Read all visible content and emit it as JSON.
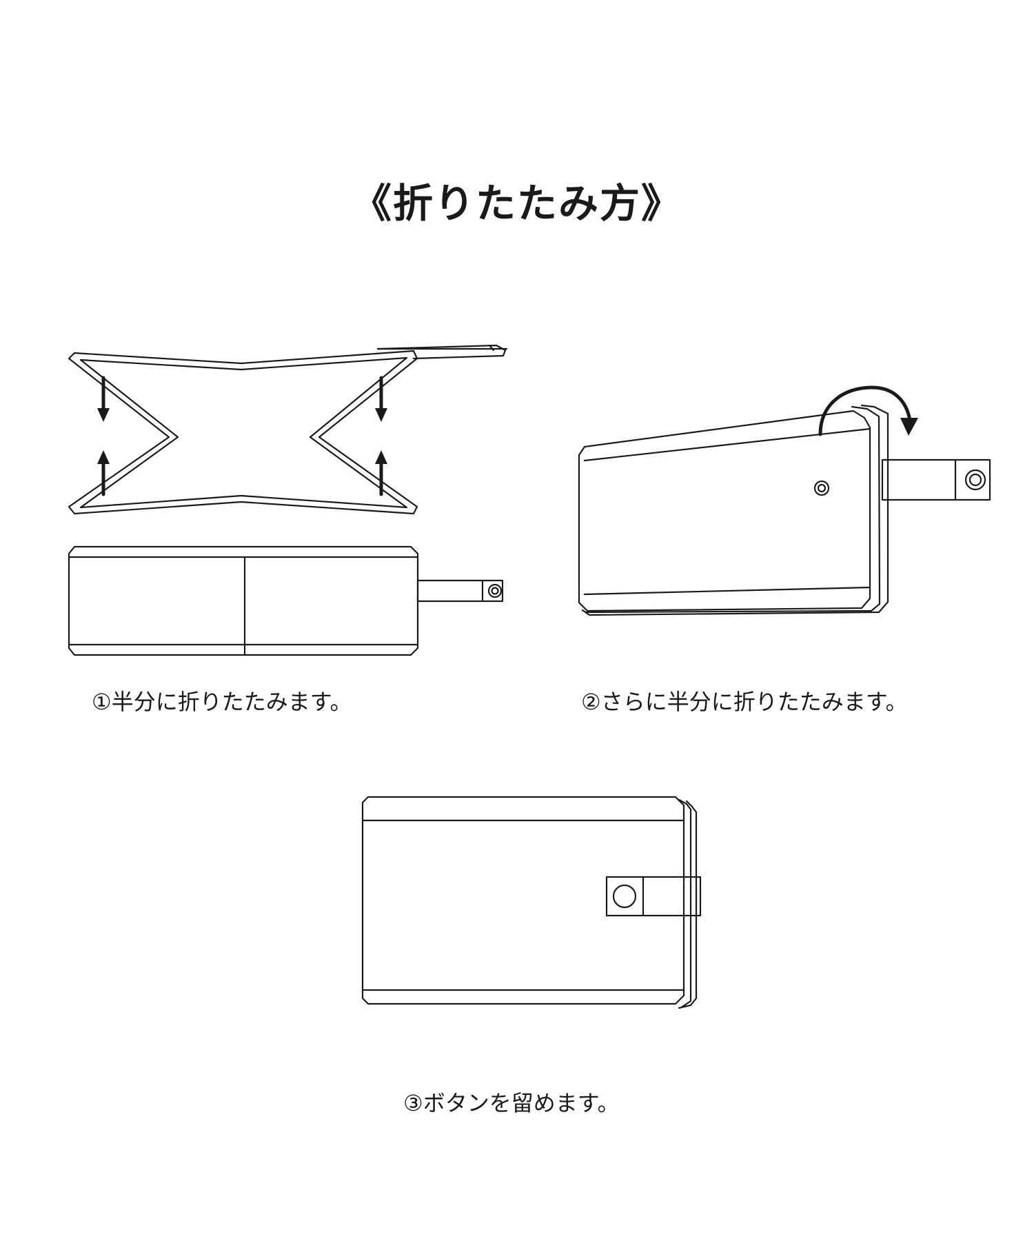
{
  "title": "《折りたたみ方》",
  "steps": [
    {
      "caption": "①半分に折りたたみます。"
    },
    {
      "caption": "②さらに半分に折りたたみます。"
    },
    {
      "caption": "③ボタンを留めます。"
    }
  ],
  "colors": {
    "line": "#1a1a1a",
    "background": "#ffffff"
  }
}
